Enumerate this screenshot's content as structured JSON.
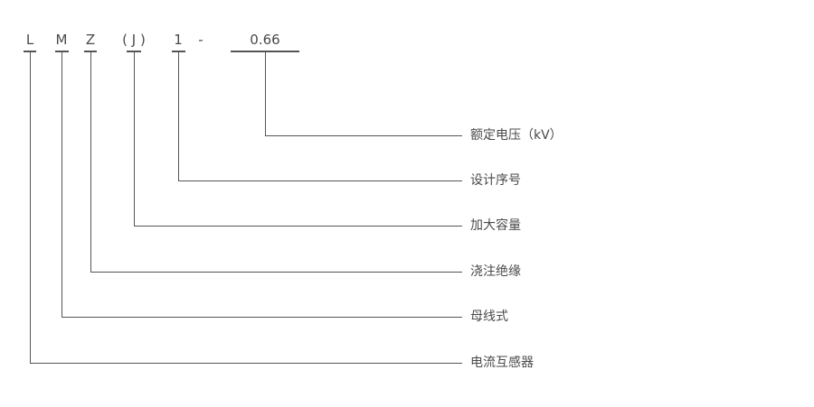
{
  "diagram": {
    "code_parts": [
      {
        "code": "L",
        "description": "电流互感器"
      },
      {
        "code": "M",
        "description": "母线式"
      },
      {
        "code": "Z",
        "description": "浇注绝缘"
      },
      {
        "code": "( J )",
        "description": "加大容量"
      },
      {
        "code": "1",
        "description": "设计序号"
      },
      {
        "code": "0.66",
        "description": "额定电压（kV）"
      }
    ],
    "separator": {
      "symbol": "-"
    },
    "colors": {
      "line": "#555555",
      "text": "#4a4a4a",
      "background": "#ffffff"
    }
  }
}
